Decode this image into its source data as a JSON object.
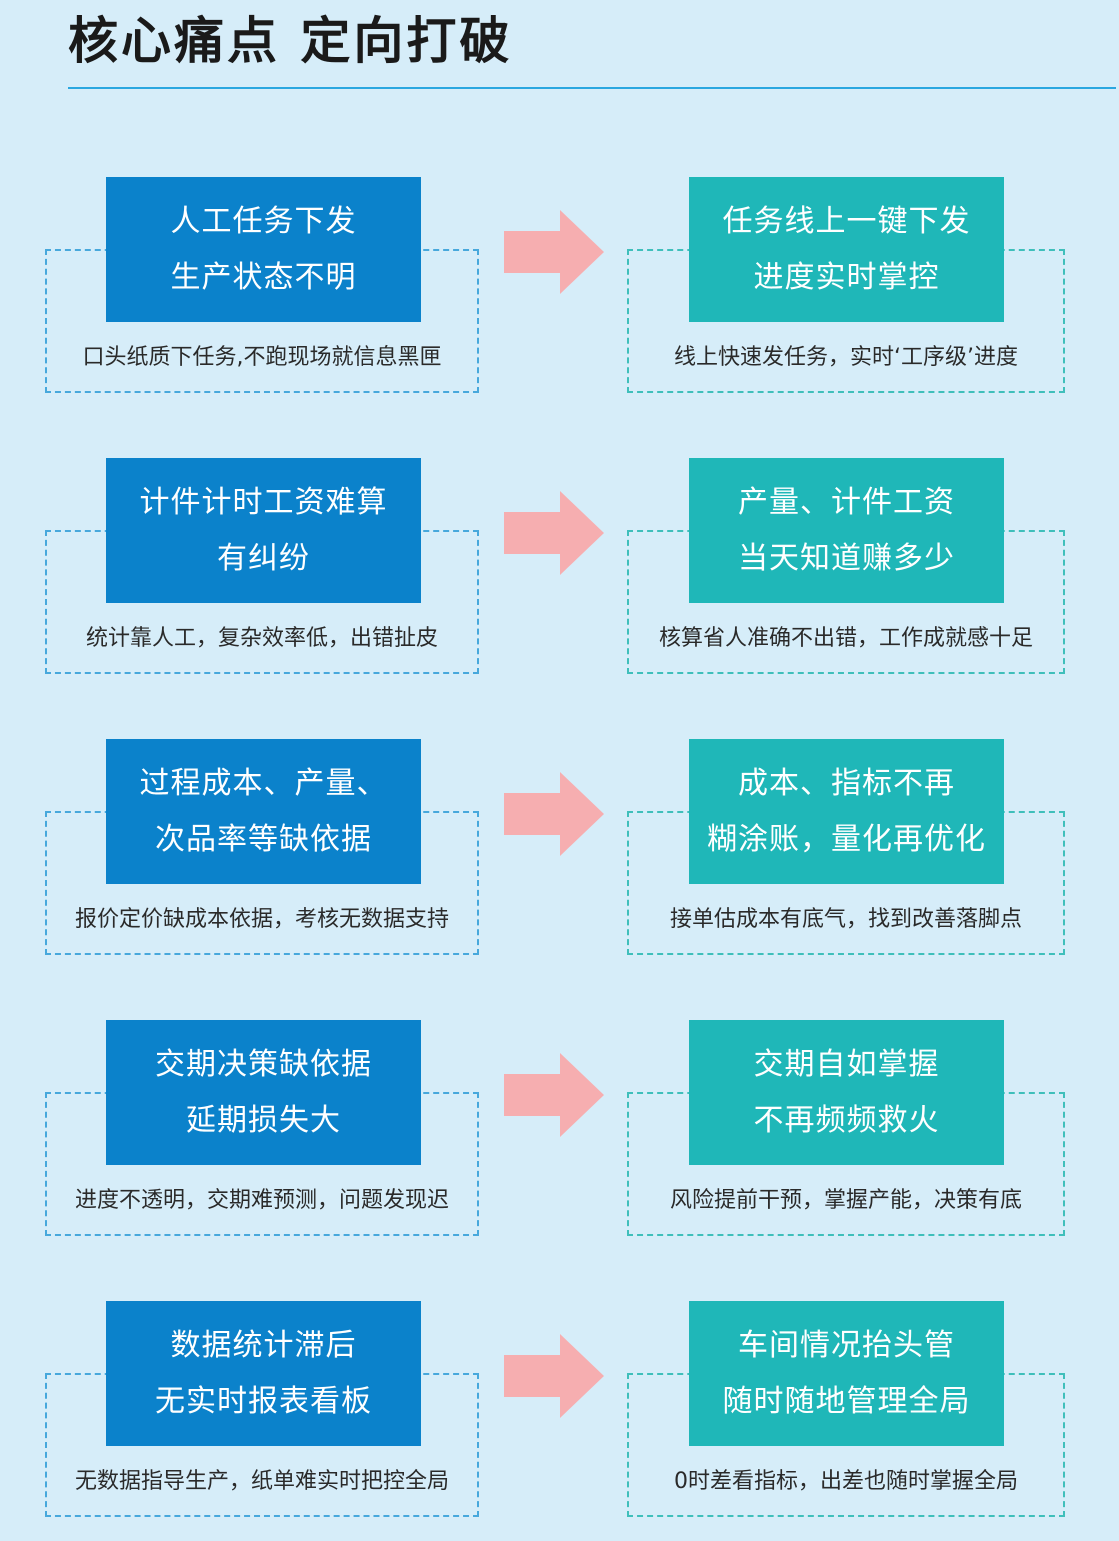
{
  "title": "核心痛点 定向打破",
  "accent_color": "#2aa7e0",
  "rows": [
    {
      "pain": {
        "line1": "人工任务下发",
        "line2": "生产状态不明",
        "desc": "口头纸质下任务,不跑现场就信息黑匣"
      },
      "solution": {
        "line1": "任务线上一键下发",
        "line2": "进度实时掌控",
        "desc": "线上快速发任务，实时‘工序级’进度"
      }
    },
    {
      "pain": {
        "line1": "计件计时工资难算",
        "line2": "有纠纷",
        "desc": "统计靠人工，复杂效率低，出错扯皮"
      },
      "solution": {
        "line1": "产量、计件工资",
        "line2": "当天知道赚多少",
        "desc": "核算省人准确不出错，工作成就感十足"
      }
    },
    {
      "pain": {
        "line1": "过程成本、产量、",
        "line2": "次品率等缺依据",
        "desc": "报价定价缺成本依据，考核无数据支持"
      },
      "solution": {
        "line1": "成本、指标不再",
        "line2": "糊涂账，量化再优化",
        "desc": "接单估成本有底气，找到改善落脚点"
      }
    },
    {
      "pain": {
        "line1": "交期决策缺依据",
        "line2": "延期损失大",
        "desc": "进度不透明，交期难预测，问题发现迟"
      },
      "solution": {
        "line1": "交期自如掌握",
        "line2": "不再频频救火",
        "desc": "风险提前干预，掌握产能，决策有底"
      }
    },
    {
      "pain": {
        "line1": "数据统计滞后",
        "line2": "无实时报表看板",
        "desc": "无数据指导生产，纸单难实时把控全局"
      },
      "solution": {
        "line1": "车间情况抬头管",
        "line2": "随时随地管理全局",
        "desc": "0时差看指标，出差也随时掌握全局"
      }
    }
  ]
}
